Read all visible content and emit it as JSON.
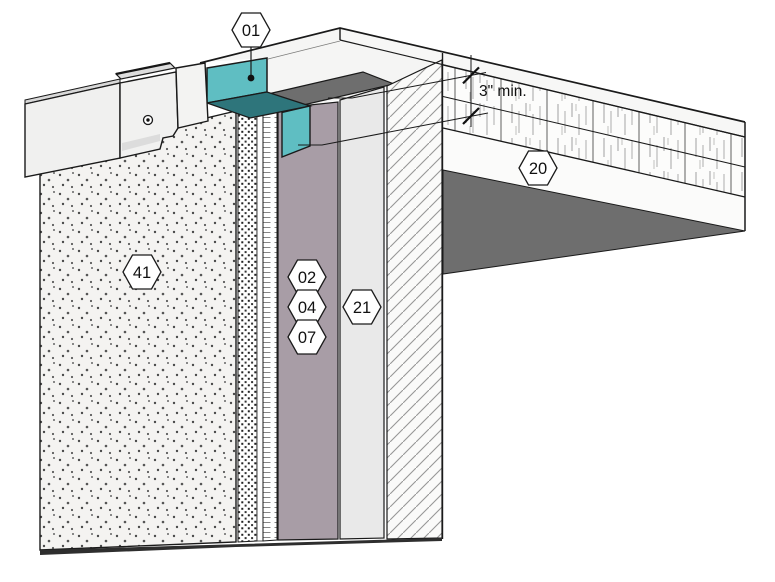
{
  "figure": {
    "dimension_note": "3\" min.",
    "callouts": {
      "c01": "01",
      "c41": "41",
      "c02": "02",
      "c04": "04",
      "c07": "07",
      "c21": "21",
      "c20": "20"
    },
    "colors": {
      "flashing_teal": "#5fbec2",
      "flashing_teal_dark": "#2e757b",
      "membrane_mauve": "#a89da6",
      "cut_plane_gray": "#6e6e6e",
      "outline": "#1a1a1a"
    }
  }
}
